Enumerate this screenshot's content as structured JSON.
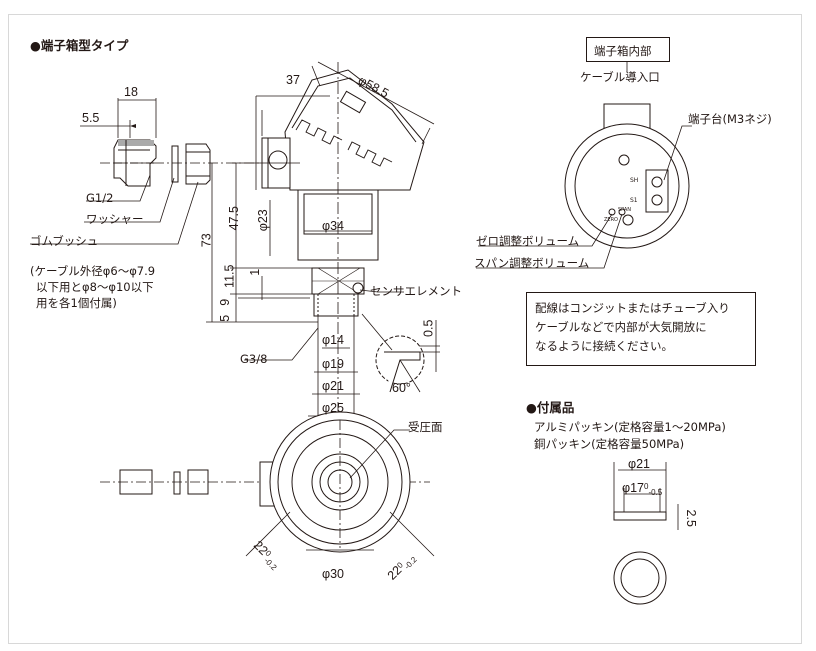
{
  "sections": {
    "main_title": "●端子箱型タイプ",
    "accessories_title": "●付属品"
  },
  "dims": {
    "d18": "18",
    "d5_5": "5.5",
    "d37": "37",
    "d58_5": "φ58.5",
    "d47_5": "47.5",
    "d73": "73",
    "d23": "φ23",
    "d34": "φ34",
    "d11_5": "11.5",
    "d1": "1",
    "d9": "9",
    "d5": "5",
    "d14": "φ14",
    "d19": "φ19",
    "d21": "φ21",
    "d25": "φ25",
    "d0_5": "0.5",
    "d60": "60°",
    "d30": "φ30",
    "d22a": "22",
    "d22b": "22",
    "tol0a": "0",
    "tol02a": "-0.2",
    "tol0b": "0",
    "tol02b": "-0.2",
    "acc21": "φ21",
    "acc17": "φ17",
    "acc17tol0": "0",
    "acc17tol": "-0.5",
    "acc2_5": "2.5"
  },
  "labels": {
    "g12": "G1/2",
    "washer": "ワッシャー",
    "rubber": "ゴムブッシュ",
    "cable_note_1": "(ケーブル外径φ6～φ7.9",
    "cable_note_2": "以下用とφ8～φ10以下",
    "cable_note_3": "用を各1個付属)",
    "g38": "G3/8",
    "sensor": "センサエレメント",
    "pressure_face": "受圧面",
    "terminal_box_inside": "端子箱内部",
    "cable_inlet": "ケーブル導入口",
    "terminal_block": "端子台(M3ネジ)",
    "zero_vol": "ゼロ調整ボリューム",
    "span_vol": "スパン調整ボリューム",
    "tb_plus": "SH",
    "tb_minus": "S1",
    "zero_mark": "ZERO",
    "span_mark": "SPAN"
  },
  "note": {
    "line1": "配線はコンジットまたはチューブ入り",
    "line2": "ケーブルなどで内部が大気開放に",
    "line3": "なるように接続ください。"
  },
  "accessories": {
    "item1": "アルミパッキン(定格容量1～20MPa)",
    "item2": "銅パッキン(定格容量50MPa)"
  }
}
